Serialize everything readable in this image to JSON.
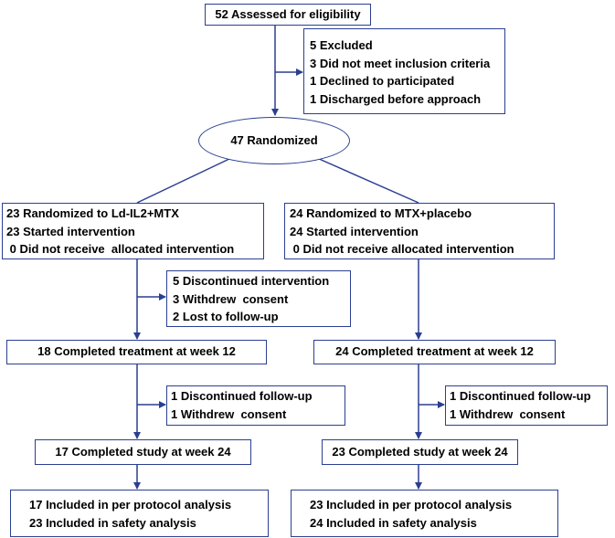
{
  "assessed": "52 Assessed for eligibility",
  "excluded": {
    "lines": [
      "5 Excluded",
      "3 Did not meet inclusion criteria",
      "1 Declined to participated",
      "1 Discharged before approach"
    ]
  },
  "randomized": "47 Randomized",
  "arm_left": {
    "alloc": [
      "23 Randomized to Ld-IL2+MTX",
      "23 Started intervention",
      " 0 Did not receive  allocated intervention"
    ],
    "discontinued": [
      "5 Discontinued intervention",
      "3 Withdrew  consent",
      "2 Lost to follow-up"
    ],
    "week12": "18 Completed treatment at week 12",
    "followup": [
      "1 Discontinued follow-up",
      "1 Withdrew  consent"
    ],
    "week24": "17 Completed study at week 24",
    "analysis": [
      "17 Included in per protocol analysis",
      "23 Included in safety analysis"
    ]
  },
  "arm_right": {
    "alloc": [
      "24 Randomized to MTX+placebo",
      "24 Started intervention",
      " 0 Did not receive allocated intervention"
    ],
    "week12": "24 Completed treatment at week 12",
    "followup": [
      "1 Discontinued follow-up",
      "1 Withdrew  consent"
    ],
    "week24": "23 Completed study at week 24",
    "analysis": [
      "23 Included in per protocol analysis",
      "24 Included in safety analysis"
    ]
  },
  "colors": {
    "line": "#2b3f91",
    "text": "#000000"
  }
}
